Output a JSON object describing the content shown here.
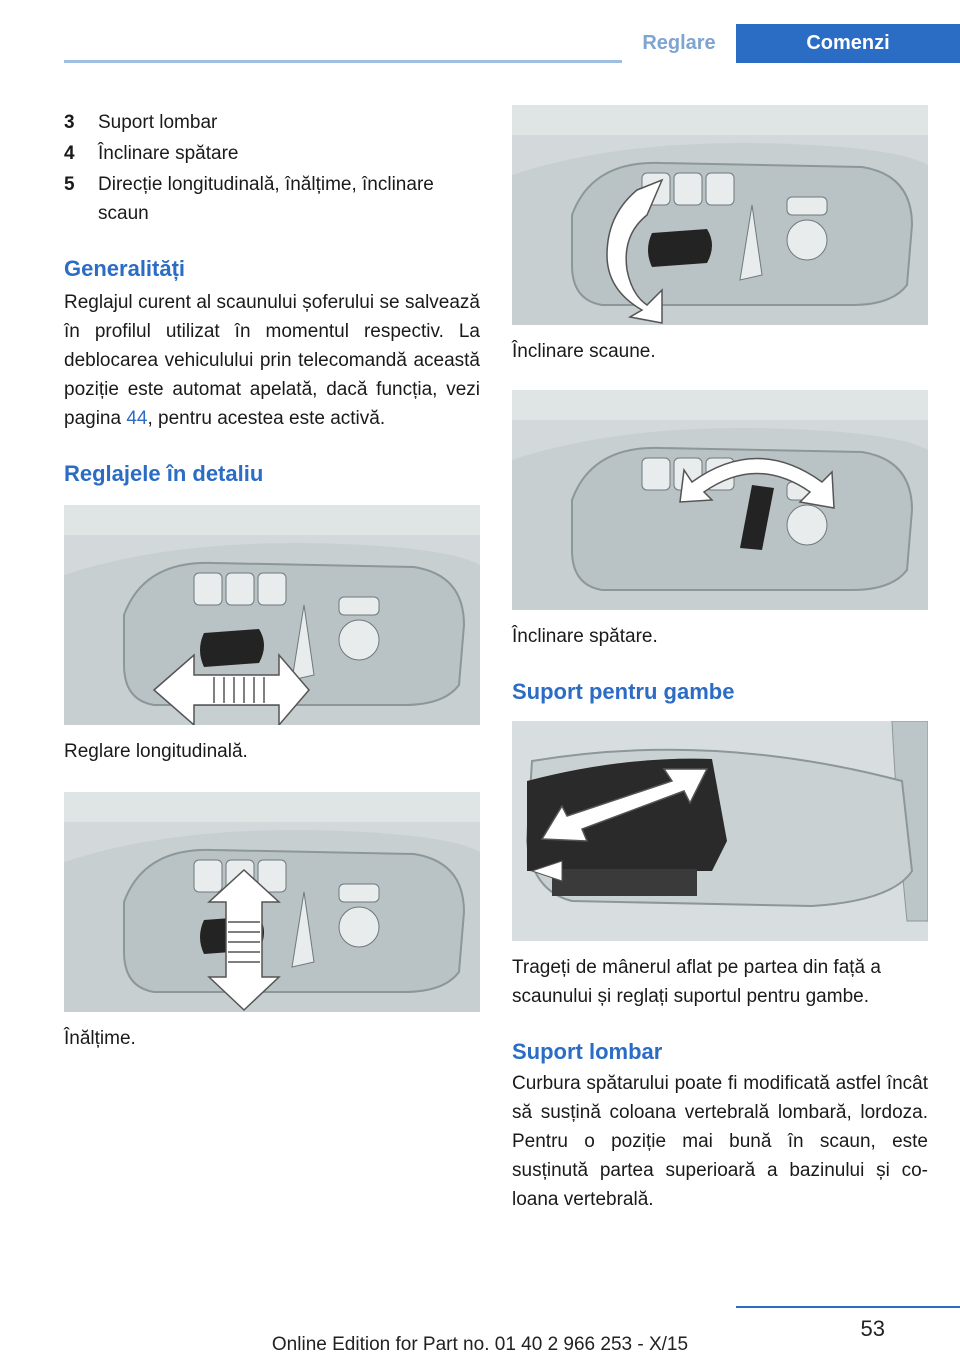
{
  "header": {
    "tab_section": "Reglare",
    "tab_chapter": "Comenzi"
  },
  "list": [
    {
      "num": "3",
      "text": "Suport lombar"
    },
    {
      "num": "4",
      "text": "Înclinare spătare"
    },
    {
      "num": "5",
      "text": "Direcție longitudinală, înălțime, înclinare scaun"
    }
  ],
  "generalitati": {
    "heading": "Generalități",
    "text_before_link": "Reglajul curent al scaunului șoferului se sal­vează în profilul utilizat în momentul respectiv. La deblocarea vehiculului prin telecomandă această poziție este automat apelată, dacă funcția, vezi pagina ",
    "link": "44",
    "text_after_link": ", pentru acestea este ac­tivă."
  },
  "detaliu": {
    "heading": "Reglajele în detaliu"
  },
  "figures": {
    "longitudinal_caption": "Reglare longitudinală.",
    "height_caption": "Înălțime.",
    "seat_tilt_caption": "Înclinare scaune.",
    "backrest_caption": "Înclinare spătare.",
    "calf_caption": "Trageți de mânerul aflat pe partea din față a scaunului și reglați suportul pentru gambe."
  },
  "gambe": {
    "heading": "Suport pentru gambe"
  },
  "lombar": {
    "heading": "Suport lombar",
    "text": "Curbura spătarului poate fi modificată astfel în­cât să susțină coloana vertebrală lombară, lor­doza. Pentru o poziție mai bună în scaun, este susținută partea superioară a bazinului și co­loana vertebrală."
  },
  "footer": {
    "page_number": "53",
    "edition": "Online Edition for Part no. 01 40 2 966 253 - X/15"
  },
  "colors": {
    "accent": "#2b6cc4",
    "accent_light": "#7ea4d0",
    "figure_bg": "#d4dadc"
  }
}
